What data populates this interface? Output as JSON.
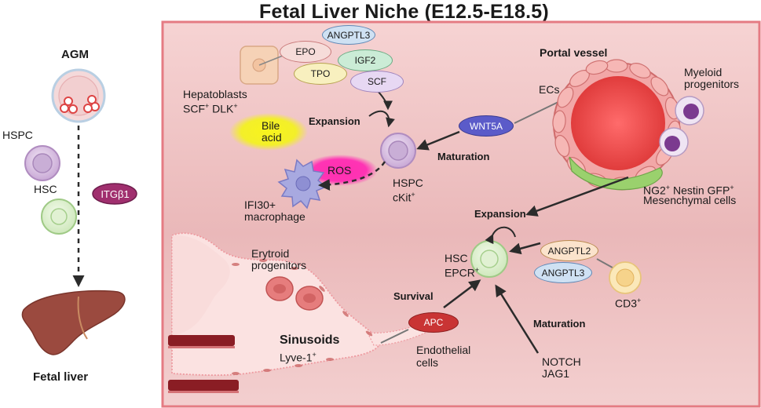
{
  "title": "Fetal Liver Niche (E12.5-E18.5)",
  "left_panel": {
    "agm_label": "AGM",
    "hspc_label": "HSPC",
    "hsc_label": "HSC",
    "itgb1_label": "ITGβ1",
    "fetal_liver_label": "Fetal liver"
  },
  "niche": {
    "hepatoblasts_line1": "Hepatoblasts",
    "hepatoblasts_line2": "SCF",
    "hepatoblasts_line2b": "DLK",
    "factors": {
      "angptl3_top": "ANGPTL3",
      "epo": "EPO",
      "igf2": "IGF2",
      "tpo": "TPO",
      "scf": "SCF"
    },
    "expansion_top": "Expansion",
    "bile_acid_line1": "Bile",
    "bile_acid_line2": "acid",
    "ros": "ROS",
    "macrophage_line1": "IFI30+",
    "macrophage_line2": "macrophage",
    "hspc_line1": "HSPC",
    "hspc_line2": "cKit",
    "wnt5a": "WNT5A",
    "maturation_top": "Maturation",
    "portal_vessel": "Portal vessel",
    "ecs": "ECs",
    "myeloid_line1": "Myeloid",
    "myeloid_line2": "progenitors",
    "ng2_line1a": "NG2",
    "ng2_line1b": " Nestin GFP",
    "ng2_line2": "Mesenchymal cells",
    "expansion_mid": "Expansion",
    "hsc_line1": "HSC",
    "hsc_line2": "EPCR",
    "angptl2": "ANGPTL2",
    "angptl3_bottom": "ANGPTL3",
    "cd3": "CD3",
    "erythroid_line1": "Erytroid",
    "erythroid_line2": "progenitors",
    "survival": "Survival",
    "apc": "APC",
    "maturation_bottom": "Maturation",
    "sinusoids": "Sinusoids",
    "lyve1": "Lyve-1",
    "endothelial_line1": "Endothelial",
    "endothelial_line2": "cells",
    "notch": "NOTCH",
    "jag1": "JAG1",
    "plus": "+"
  },
  "colors": {
    "niche_bg": "#f2c6c6",
    "niche_border": "#e8767f",
    "wnt5a": "#5b5bc9",
    "apc": "#c93434",
    "itgb1": "#a02f6e",
    "ros": "#ff2aa8",
    "bile_acid": "#f2ee1c"
  }
}
